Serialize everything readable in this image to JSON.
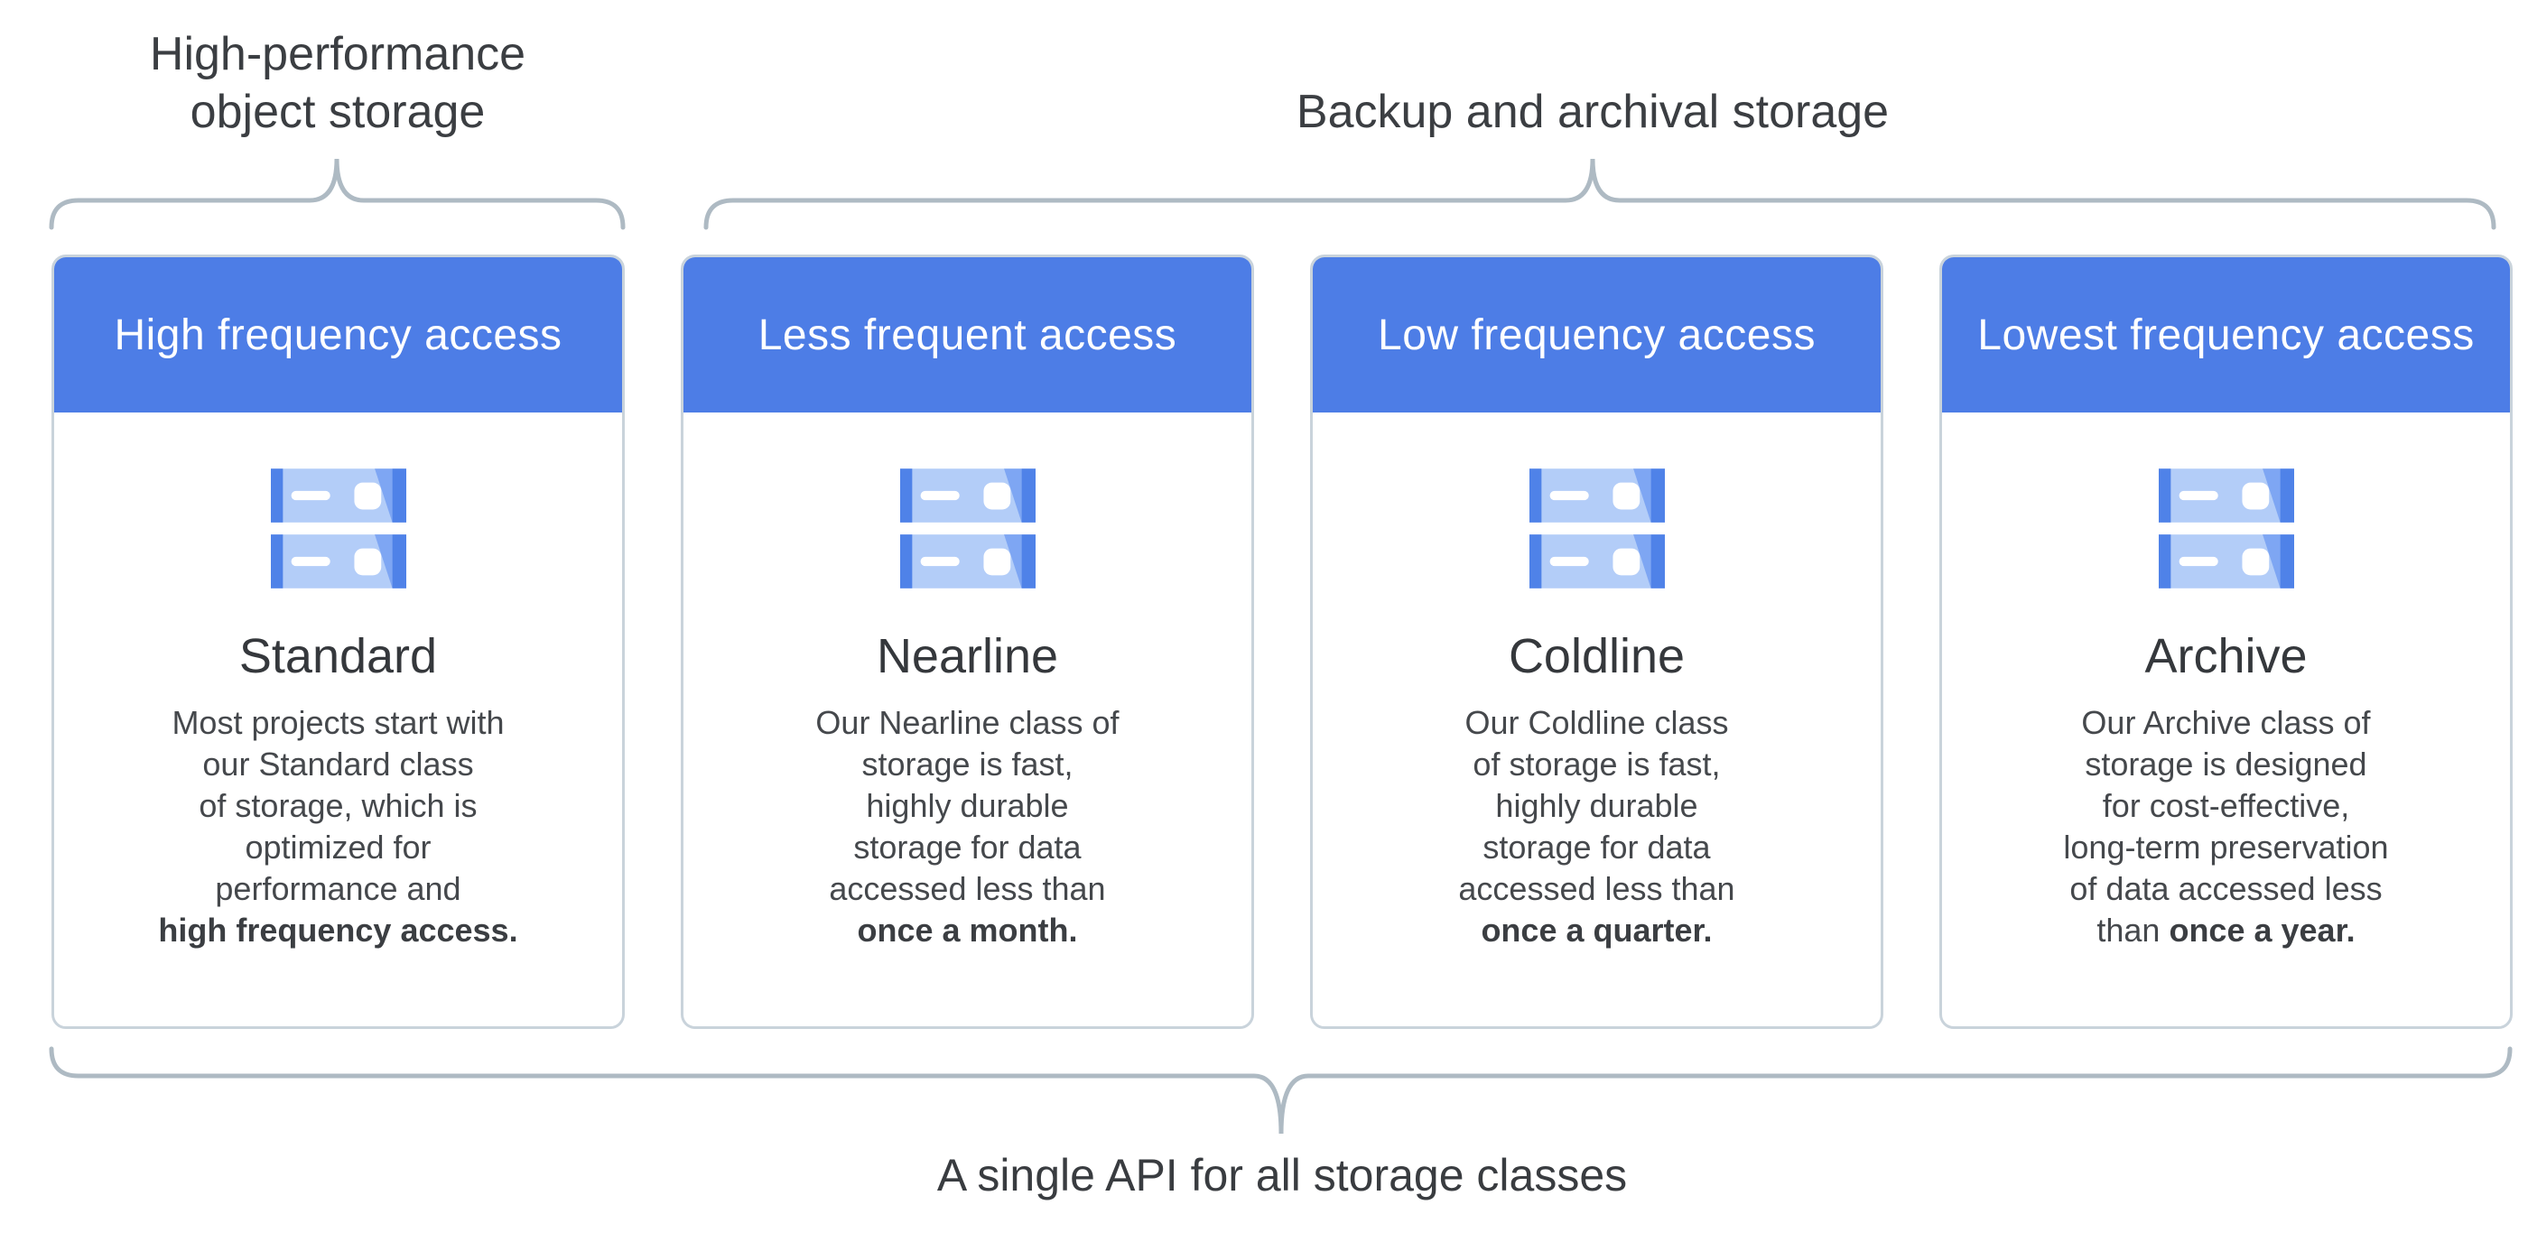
{
  "colors": {
    "header_blue": "#4D7DE6",
    "icon_body_light_blue": "#B3CDF8",
    "icon_stripe_blue": "#4F82E8",
    "icon_shade_blue": "#7EA6F3",
    "icon_detail_white": "#FFFFFF",
    "brace_gray": "#AEBAC3",
    "card_border_gray": "#C9D3DB",
    "label_text": "#3B3E42",
    "title_text": "#35383C",
    "body_text": "#45484C",
    "header_text": "#FFFFFF"
  },
  "section_labels": {
    "high_performance": "High-performance\nobject storage",
    "backup_archival": "Backup and archival storage"
  },
  "cards": [
    {
      "header": "High frequency access",
      "title": "Standard",
      "desc_regular": "Most projects start with\nour Standard class\nof storage, which is\noptimized for\nperformance and\n",
      "desc_bold": "high frequency access."
    },
    {
      "header": "Less frequent access",
      "title": "Nearline",
      "desc_regular": "Our Nearline class of\nstorage is fast,\nhighly durable\nstorage for data\naccessed less than\n",
      "desc_bold": "once a month."
    },
    {
      "header": "Low frequency access",
      "title": "Coldline",
      "desc_regular": "Our Coldline class\nof storage is fast,\nhighly durable\nstorage for data\naccessed less than\n",
      "desc_bold": "once a quarter."
    },
    {
      "header": "Lowest frequency access",
      "title": "Archive",
      "desc_regular": "Our Archive class of\nstorage is designed\nfor cost-effective,\nlong-term preservation\nof data accessed less\nthan ",
      "desc_bold": "once a year."
    }
  ],
  "footer": {
    "caption": "A single API for all storage classes"
  }
}
